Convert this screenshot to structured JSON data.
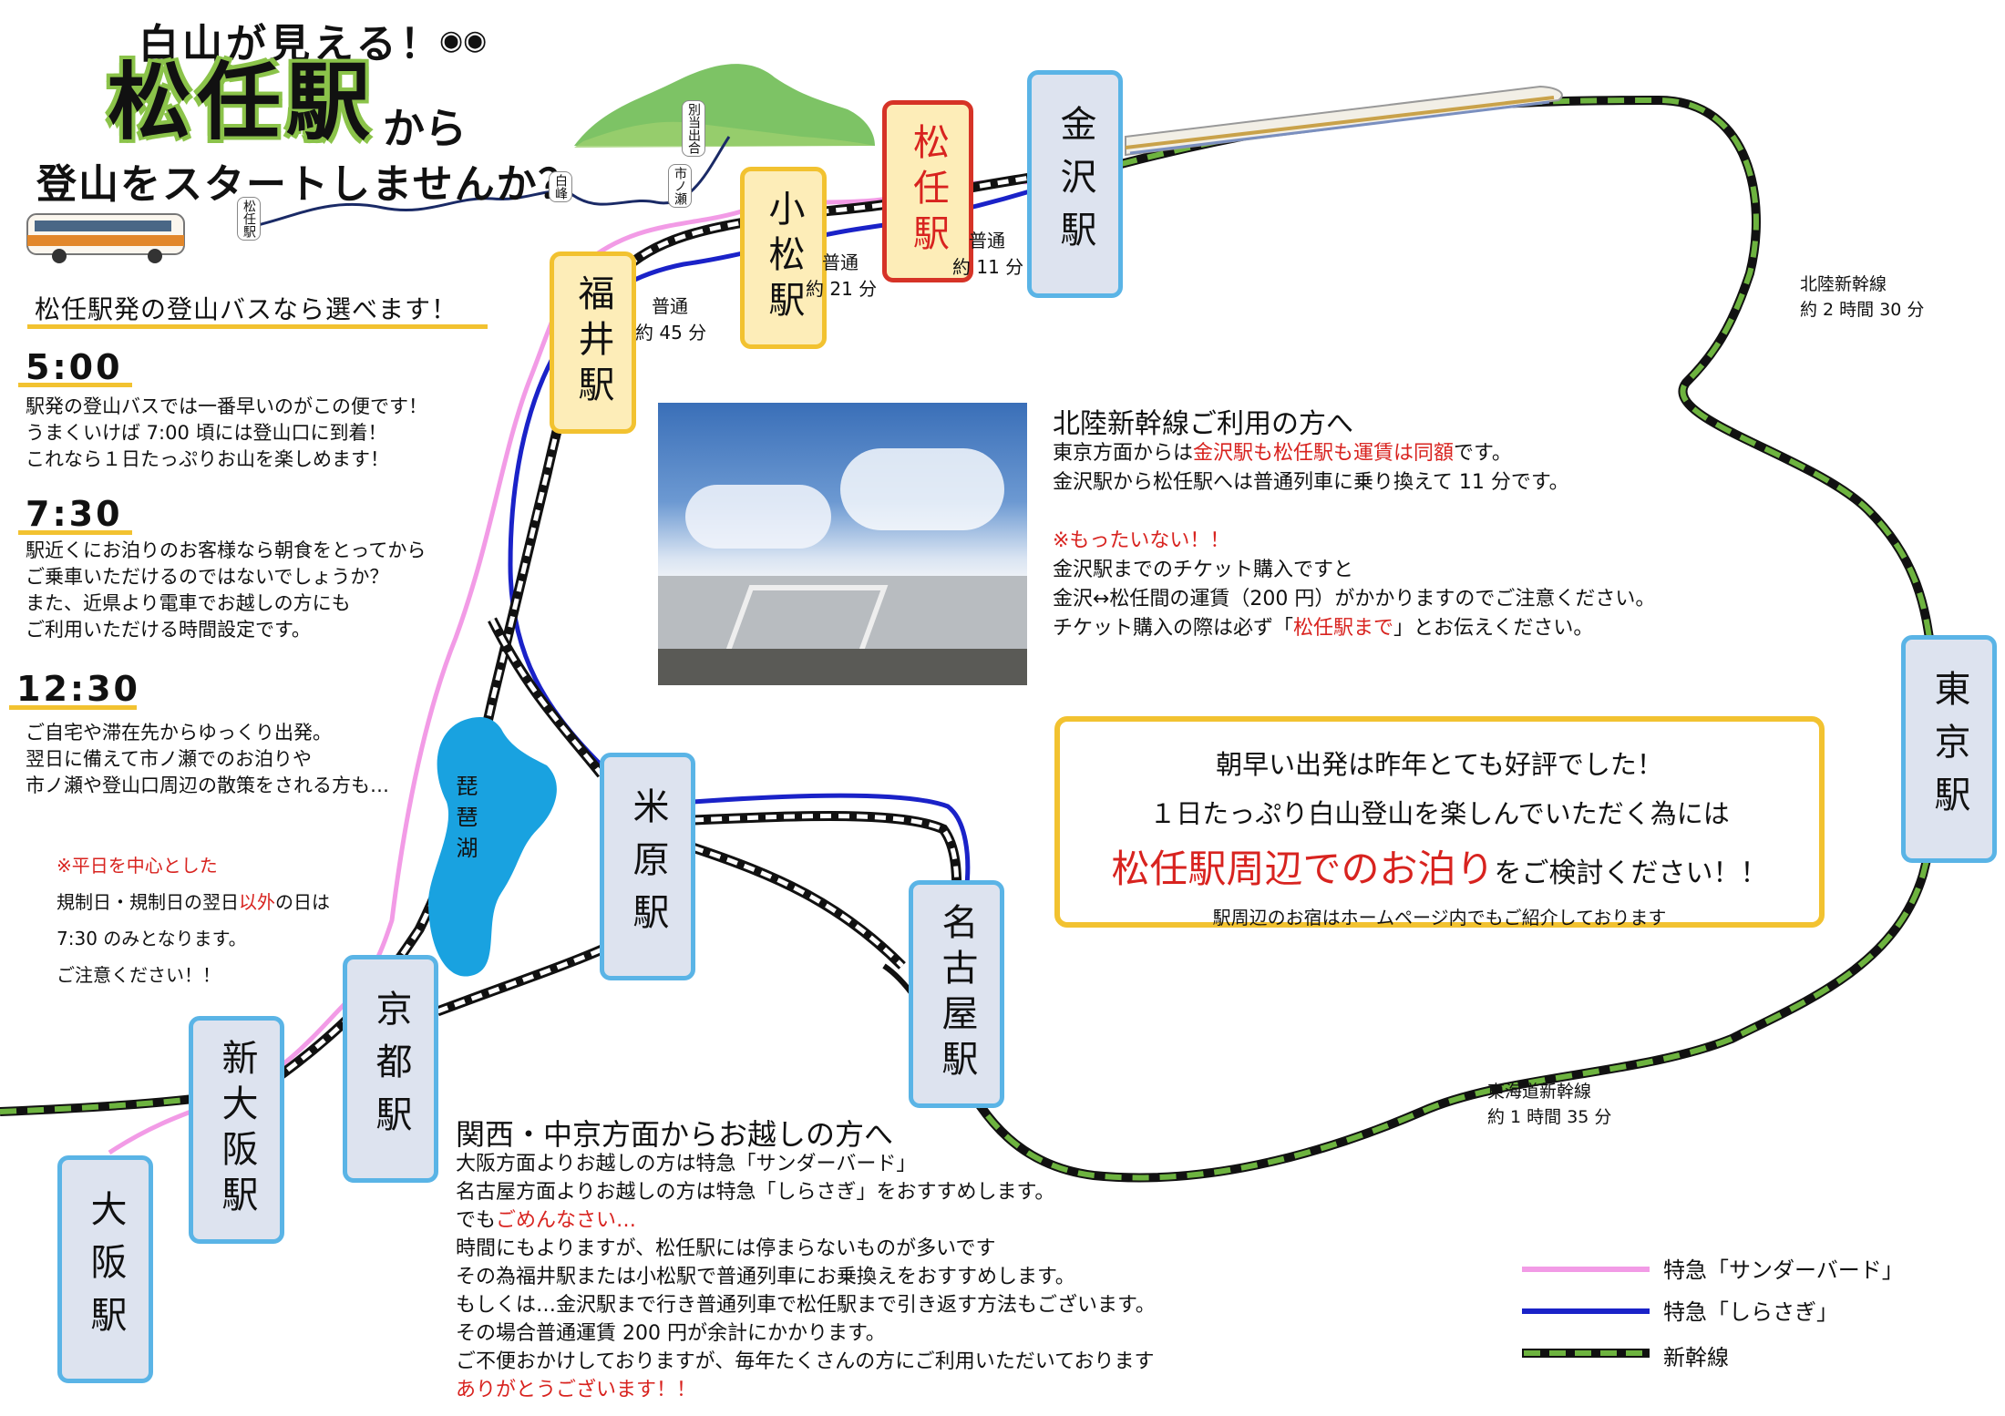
{
  "header": {
    "line1": "白山が見える！",
    "station": "松任駅",
    "kara": "から",
    "line3": "登山をスタートしませんか？"
  },
  "mountain_labels": [
    "松任駅",
    "白峰",
    "市ノ瀬",
    "別当出合"
  ],
  "bus_section": {
    "heading": "松任駅発の登山バスなら選べます！",
    "times": [
      {
        "time": "5:00",
        "lines": [
          "駅発の登山バスでは一番早いのがこの便です！",
          "うまくいけば 7:00 頃には登山口に到着！",
          "これなら１日たっぷりお山を楽しめます！"
        ]
      },
      {
        "time": "7:30",
        "lines": [
          "駅近くにお泊りのお客様なら朝食をとってから",
          "ご乗車いただけるのではないでしょうか？",
          "また、近県より電車でお越しの方にも",
          "ご利用いただける時間設定です。"
        ]
      },
      {
        "time": "12:30",
        "lines": [
          "ご自宅や滞在先からゆっくり出発。",
          "翌日に備えて市ノ瀬でのお泊りや",
          "市ノ瀬や登山口周辺の散策をされる方も…"
        ]
      }
    ],
    "note": {
      "l1": "※平日を中心とした",
      "l2a": "規制日・規制日の翌日",
      "l2b": "以外",
      "l2c": "の日は",
      "l3": "7:30 のみとなります。",
      "l4": "ご注意ください！！"
    }
  },
  "stations": {
    "kanazawa": "金沢駅",
    "matto": "松任駅",
    "komatsu": "小松駅",
    "fukui": "福井駅",
    "maibara": "米原駅",
    "nagoya": "名古屋駅",
    "kyoto": "京都駅",
    "shin_osaka": "新大阪駅",
    "osaka": "大阪駅",
    "tokyo": "東京駅"
  },
  "lake": "琵琶湖",
  "travel_times": {
    "fukui_komatsu": {
      "a": "普通",
      "b": "約 45 分"
    },
    "komatsu_matto": {
      "a": "普通",
      "b": "約 21 分"
    },
    "matto_kanazawa": {
      "a": "普通",
      "b": "約 11 分"
    },
    "hokuriku": {
      "a": "北陸新幹線",
      "b": "約 2 時間 30 分"
    },
    "tokaido": {
      "a": "東海道新幹線",
      "b": "約 1 時間 35 分"
    }
  },
  "hokuriku_info": {
    "heading": "北陸新幹線ご利用の方へ",
    "l1a": "東京方面からは",
    "l1b": "金沢駅も松任駅も運賃は同額",
    "l1c": "です。",
    "l2": "金沢駅から松任駅へは普通列車に乗り換えて 11 分です。",
    "l3": "※もったいない！！",
    "l4": "金沢駅までのチケット購入ですと",
    "l5": "金沢↔松任間の運賃（200 円）がかかりますのでご注意ください。",
    "l6a": "チケット購入の際は必ず「",
    "l6b": "松任駅まで",
    "l6c": "」とお伝えください。"
  },
  "notice_box": {
    "l1": "朝早い出発は昨年とても好評でした！",
    "l2": "１日たっぷり白山登山を楽しんでいただく為には",
    "l3a": "松任駅周辺でのお泊り",
    "l3b": "をご検討ください！！",
    "l4": "駅周辺のお宿はホームページ内でもご紹介しております"
  },
  "kansai_info": {
    "heading": "関西・中京方面からお越しの方へ",
    "l1": "大阪方面よりお越しの方は特急「サンダーバード」",
    "l2": "名古屋方面よりお越しの方は特急「しらさぎ」をおすすめします。",
    "l3a": "でも",
    "l3b": "ごめんなさい…",
    "l4": "時間にもよりますが、松任駅には停まらないものが多いです",
    "l5": "その為福井駅または小松駅で普通列車にお乗換えをおすすめします。",
    "l6": "もしくは…金沢駅まで行き普通列車で松任駅まで引き返す方法もございます。",
    "l7": "その場合普通運賃 200 円が余計にかかります。",
    "l8": "ご不便おかけしておりますが、毎年たくさんの方にご利用いただいております",
    "l9": "ありがとうございます！！"
  },
  "legend": {
    "thunderbird": "特急「サンダーバード」",
    "shirasagi": "特急「しらさぎ」",
    "shinkansen": "新幹線"
  },
  "colors": {
    "thunderbird": "#f29be6",
    "shirasagi": "#1a22c8",
    "shinkansen": "#6db33f",
    "accent_red": "#d8231f",
    "highlight_yellow": "#f2c230",
    "station_blue": "#5ab4e6"
  }
}
